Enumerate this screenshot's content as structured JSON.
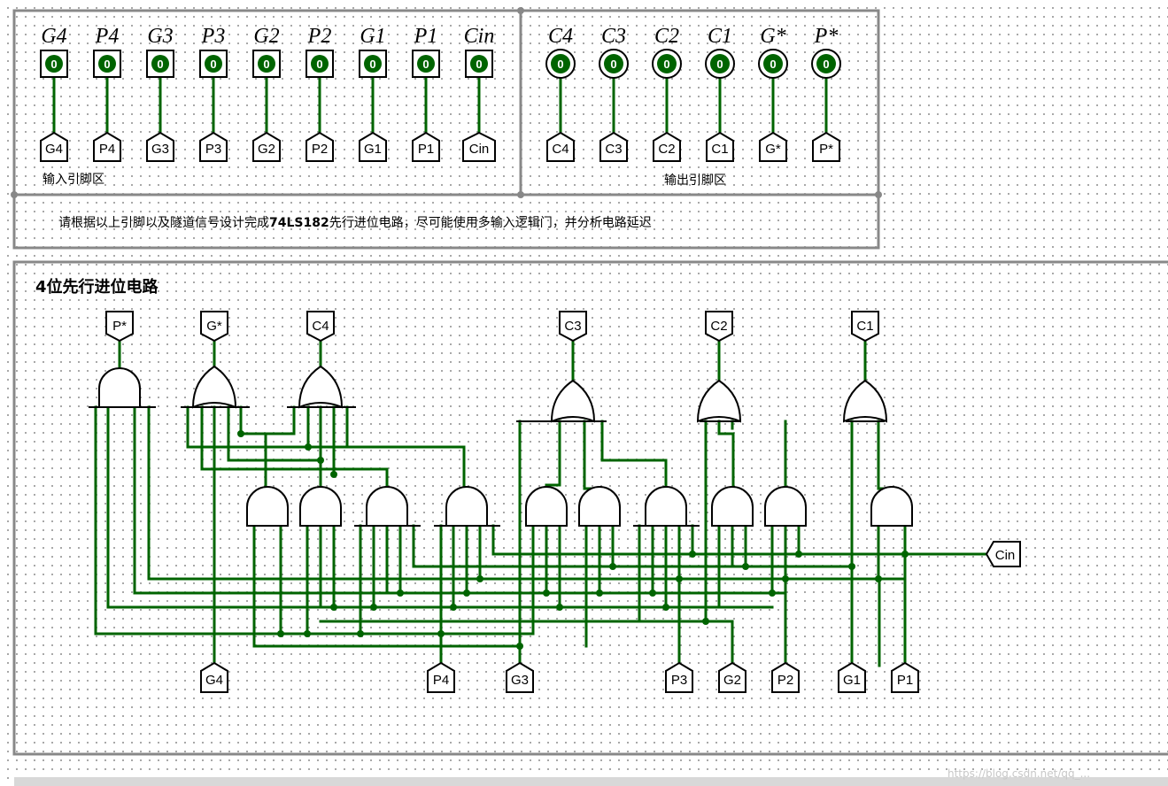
{
  "input_pins": [
    {
      "name": "G4",
      "value": "0",
      "tunnel": "G4"
    },
    {
      "name": "P4",
      "value": "0",
      "tunnel": "P4"
    },
    {
      "name": "G3",
      "value": "0",
      "tunnel": "G3"
    },
    {
      "name": "P3",
      "value": "0",
      "tunnel": "P3"
    },
    {
      "name": "G2",
      "value": "0",
      "tunnel": "G2"
    },
    {
      "name": "P2",
      "value": "0",
      "tunnel": "P2"
    },
    {
      "name": "G1",
      "value": "0",
      "tunnel": "G1"
    },
    {
      "name": "P1",
      "value": "0",
      "tunnel": "P1"
    },
    {
      "name": "Cin",
      "value": "0",
      "tunnel": "Cin"
    }
  ],
  "output_pins": [
    {
      "name": "C4",
      "value": "0",
      "tunnel": "C4"
    },
    {
      "name": "C3",
      "value": "0",
      "tunnel": "C3"
    },
    {
      "name": "C2",
      "value": "0",
      "tunnel": "C2"
    },
    {
      "name": "C1",
      "value": "0",
      "tunnel": "C1"
    },
    {
      "name": "G*",
      "value": "0",
      "tunnel": "G*"
    },
    {
      "name": "P*",
      "value": "0",
      "tunnel": "P*"
    }
  ],
  "input_area_label": "输入引脚区",
  "output_area_label": "输出引脚区",
  "instruction": {
    "before": "请根据以上引脚以及隧道信号设计完成",
    "bold": "74LS182",
    "after": "先行进位电路，尽可能使用多输入逻辑门，并分析电路延迟"
  },
  "circuit_title": "4位先行进位电路",
  "top_tunnels": [
    "P*",
    "G*",
    "C4",
    "C3",
    "C2",
    "C1"
  ],
  "bottom_tunnels": [
    "G4",
    "P4",
    "G3",
    "P3",
    "G2",
    "P2",
    "G1",
    "P1"
  ],
  "cin_tunnel": "Cin",
  "watermark": "https://blog.csdn.net/qq_...",
  "colors": {
    "wire": "#006400",
    "frame": "#888888",
    "pin_fill": "#006400"
  }
}
